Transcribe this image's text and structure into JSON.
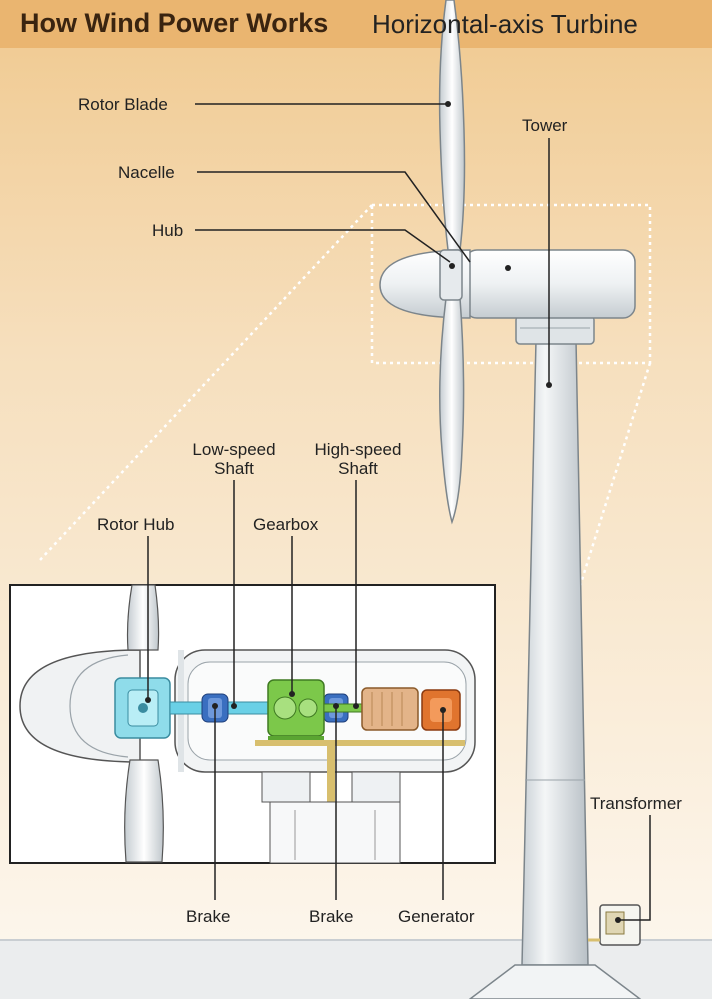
{
  "header": {
    "title": "How Wind Power Works",
    "subtitle": "Horizontal-axis Turbine"
  },
  "labels": {
    "rotor_blade": "Rotor Blade",
    "nacelle": "Nacelle",
    "hub": "Hub",
    "tower": "Tower",
    "low_speed_shaft_line1": "Low-speed",
    "low_speed_shaft_line2": "Shaft",
    "high_speed_shaft_line1": "High-speed",
    "high_speed_shaft_line2": "Shaft",
    "rotor_hub": "Rotor Hub",
    "gearbox": "Gearbox",
    "brake_left": "Brake",
    "brake_right": "Brake",
    "generator": "Generator",
    "transformer": "Transformer"
  },
  "colors": {
    "header_band": "#e9b26a",
    "background_top": "#f2cf9c",
    "background_bottom": "#fdf8ef",
    "tower": "#e6ebee",
    "rotor_hub": "#8fdcea",
    "low_speed_shaft": "#6ad0e6",
    "brake": "#3a6fc0",
    "gearbox": "#7cc84a",
    "generator": "#e0742e",
    "generator_housing": "#e3b489",
    "cable": "#d8bf6e"
  }
}
